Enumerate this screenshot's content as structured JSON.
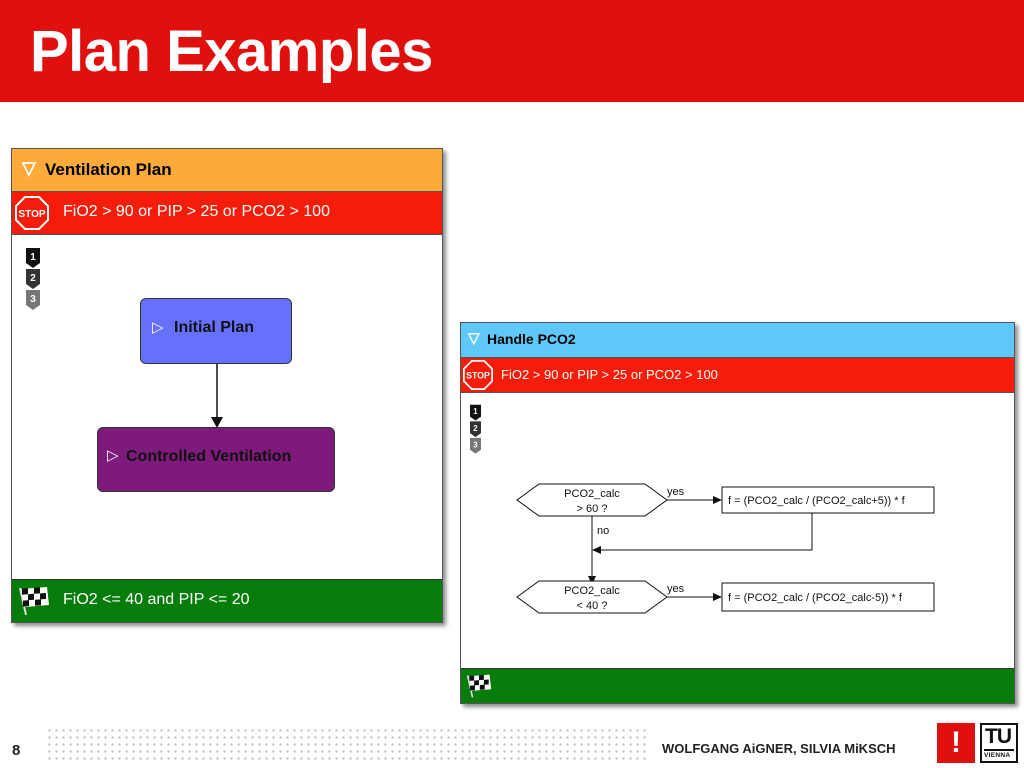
{
  "slide": {
    "title": "Plan Examples",
    "page_number": "8",
    "authors": "WOLFGANG AiGNER, SILVIA MiKSCH",
    "logo_mark": "!",
    "logo_tu": "TU",
    "logo_vienna": "VIENNA"
  },
  "colors": {
    "banner": "#e0100f",
    "ventilation_header": "#fbab3b",
    "pco2_header": "#5ec8f8",
    "stop_bar": "#f51d0a",
    "goal_bar": "#067c0a",
    "initial_plan_node": "#6670fc",
    "controlled_ventilation_node": "#7e1a7c"
  },
  "ventilation_plan": {
    "title": "Ventilation Plan",
    "header_icon": "triangle-down-icon",
    "abort_icon": "stop-sign-icon",
    "abort_condition": "FiO2 > 90 or PIP > 25 or PCO2 > 100",
    "step_badges": [
      "1",
      "2",
      "3"
    ],
    "nodes": {
      "initial": "Initial Plan",
      "controlled": "Controlled Ventilation"
    },
    "goal_icon": "checkered-flag-icon",
    "goal_condition": "FiO2 <= 40 and PIP <= 20"
  },
  "pco2_plan": {
    "title": "Handle PCO2",
    "header_icon": "triangle-down-icon",
    "abort_icon": "stop-sign-icon",
    "abort_condition": "FiO2 > 90 or PIP > 25 or PCO2 > 100",
    "step_badges": [
      "1",
      "2",
      "3"
    ],
    "decision1": {
      "line1": "PCO2_calc",
      "line2": "> 60 ?"
    },
    "action1": "f = (PCO2_calc / (PCO2_calc+5)) * f",
    "decision2": {
      "line1": "PCO2_calc",
      "line2": "< 40 ?"
    },
    "action2": "f = (PCO2_calc / (PCO2_calc-5)) * f",
    "yes_label": "yes",
    "no_label": "no",
    "goal_icon": "checkered-flag-icon"
  }
}
